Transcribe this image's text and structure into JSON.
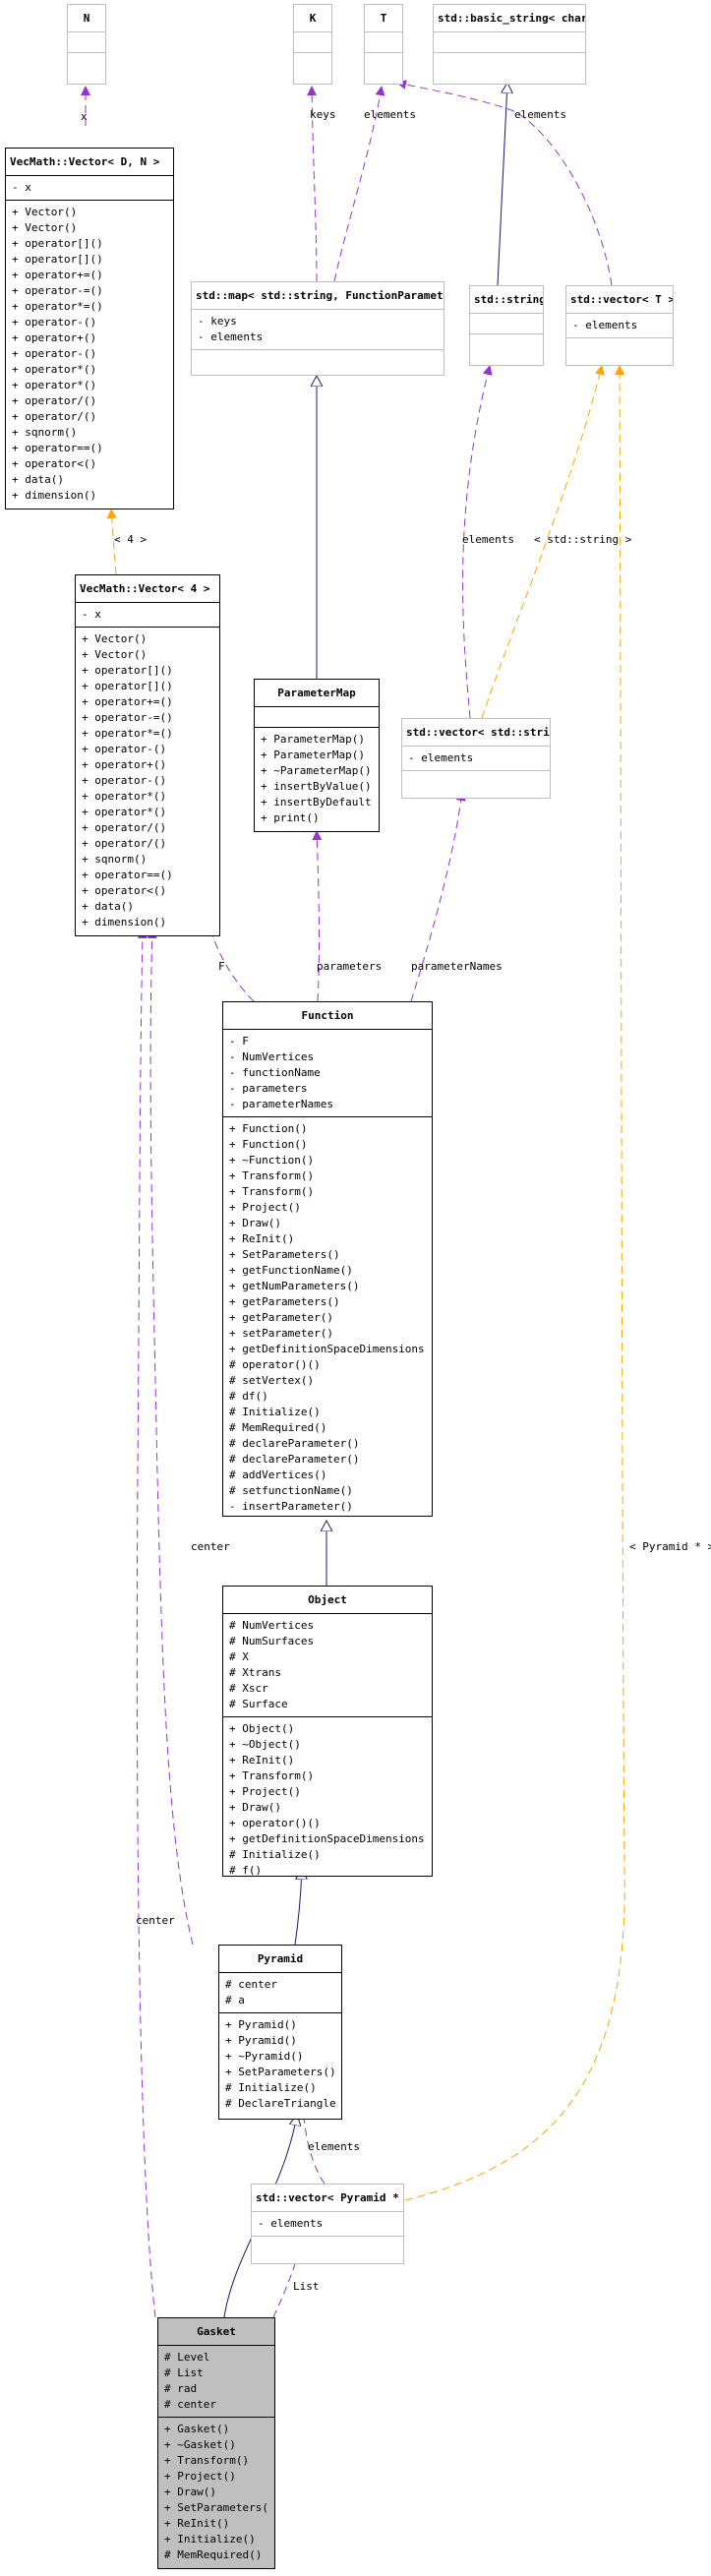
{
  "classes": {
    "N": {
      "title": "N",
      "attrs": [],
      "ops": []
    },
    "K": {
      "title": "K",
      "attrs": [],
      "ops": []
    },
    "T": {
      "title": "T",
      "attrs": [],
      "ops": []
    },
    "basic_string": {
      "title": "std::basic_string< char >",
      "attrs": [],
      "ops": []
    },
    "vec_d_n": {
      "title": "VecMath::Vector< D, N >",
      "attrs": [
        "- x"
      ],
      "ops": [
        "+ Vector()",
        "+ Vector()",
        "+ operator[]()",
        "+ operator[]()",
        "+ operator+=()",
        "+ operator-=()",
        "+ operator*=()",
        "+ operator-()",
        "+ operator+()",
        "+ operator-()",
        "+ operator*()",
        "+ operator*()",
        "+ operator/()",
        "+ operator/()",
        "+ sqnorm()",
        "+ operator==()",
        "+ operator<()",
        "+ data()",
        "+ dimension()"
      ]
    },
    "map": {
      "title": "std::map< std::string, FunctionParameter * >",
      "attrs": [
        "- keys",
        "- elements"
      ],
      "ops": []
    },
    "string": {
      "title": "std::string",
      "attrs": [],
      "ops": []
    },
    "vector_t": {
      "title": "std::vector< T >",
      "attrs": [
        "- elements"
      ],
      "ops": []
    },
    "vec_4": {
      "title": "VecMath::Vector< 4 >",
      "attrs": [
        "- x"
      ],
      "ops": [
        "+ Vector()",
        "+ Vector()",
        "+ operator[]()",
        "+ operator[]()",
        "+ operator+=()",
        "+ operator-=()",
        "+ operator*=()",
        "+ operator-()",
        "+ operator+()",
        "+ operator-()",
        "+ operator*()",
        "+ operator*()",
        "+ operator/()",
        "+ operator/()",
        "+ sqnorm()",
        "+ operator==()",
        "+ operator<()",
        "+ data()",
        "+ dimension()"
      ]
    },
    "param_map": {
      "title": "ParameterMap",
      "attrs": [],
      "ops": [
        "+ ParameterMap()",
        "+ ParameterMap()",
        "+ ~ParameterMap()",
        "+ insertByValue()",
        "+ insertByDefault()",
        "+ print()"
      ]
    },
    "vector_string": {
      "title": "std::vector< std::string >",
      "attrs": [
        "- elements"
      ],
      "ops": []
    },
    "function": {
      "title": "Function",
      "attrs": [
        "- F",
        "- NumVertices",
        "- functionName",
        "- parameters",
        "- parameterNames"
      ],
      "ops": [
        "+ Function()",
        "+ Function()",
        "+ ~Function()",
        "+ Transform()",
        "+ Transform()",
        "+ Project()",
        "+ Draw()",
        "+ ReInit()",
        "+ SetParameters()",
        "+ getFunctionName()",
        "+ getNumParameters()",
        "+ getParameters()",
        "+ getParameter()",
        "+ setParameter()",
        "+ getDefinitionSpaceDimensions()",
        "# operator()()",
        "# setVertex()",
        "# df()",
        "# Initialize()",
        "# MemRequired()",
        "# declareParameter()",
        "# declareParameter()",
        "# addVertices()",
        "# setfunctionName()",
        "- insertParameter()"
      ]
    },
    "object": {
      "title": "Object",
      "attrs": [
        "# NumVertices",
        "# NumSurfaces",
        "# X",
        "# Xtrans",
        "# Xscr",
        "# Surface"
      ],
      "ops": [
        "+ Object()",
        "+ ~Object()",
        "+ ReInit()",
        "+ Transform()",
        "+ Project()",
        "+ Draw()",
        "+ operator()()",
        "+ getDefinitionSpaceDimensions()",
        "# Initialize()",
        "# f()"
      ]
    },
    "pyramid": {
      "title": "Pyramid",
      "attrs": [
        "# center",
        "# a"
      ],
      "ops": [
        "+ Pyramid()",
        "+ Pyramid()",
        "+ ~Pyramid()",
        "+ SetParameters()",
        "# Initialize()",
        "# DeclareTriangle()"
      ]
    },
    "vector_pyramid": {
      "title": "std::vector< Pyramid * >",
      "attrs": [
        "- elements"
      ],
      "ops": []
    },
    "gasket": {
      "title": "Gasket",
      "attrs": [
        "# Level",
        "# List",
        "# rad",
        "# center"
      ],
      "ops": [
        "+ Gasket()",
        "+ ~Gasket()",
        "+ Transform()",
        "+ Project()",
        "+ Draw()",
        "+ SetParameters()",
        "+ ReInit()",
        "+ Initialize()",
        "# MemRequired()"
      ]
    }
  },
  "edge_labels": {
    "x_n": "x",
    "keys": "keys",
    "elements_t": "elements",
    "elements_basic": "elements",
    "tmpl_4": "< 4 >",
    "elements_string": "elements",
    "tmpl_string": "< std::string >",
    "f": "F",
    "parameters": "parameters",
    "parameterNames": "parameterNames",
    "center_function": "center",
    "tmpl_pyramid": "< Pyramid * >",
    "center_gasket": "center",
    "elements_pyramid": "elements",
    "list": "List"
  },
  "colors": {
    "inheritance": "#191970",
    "usage": "#9a32cd",
    "template": "#ffa500",
    "focus_fill": "#bfbfbf"
  }
}
